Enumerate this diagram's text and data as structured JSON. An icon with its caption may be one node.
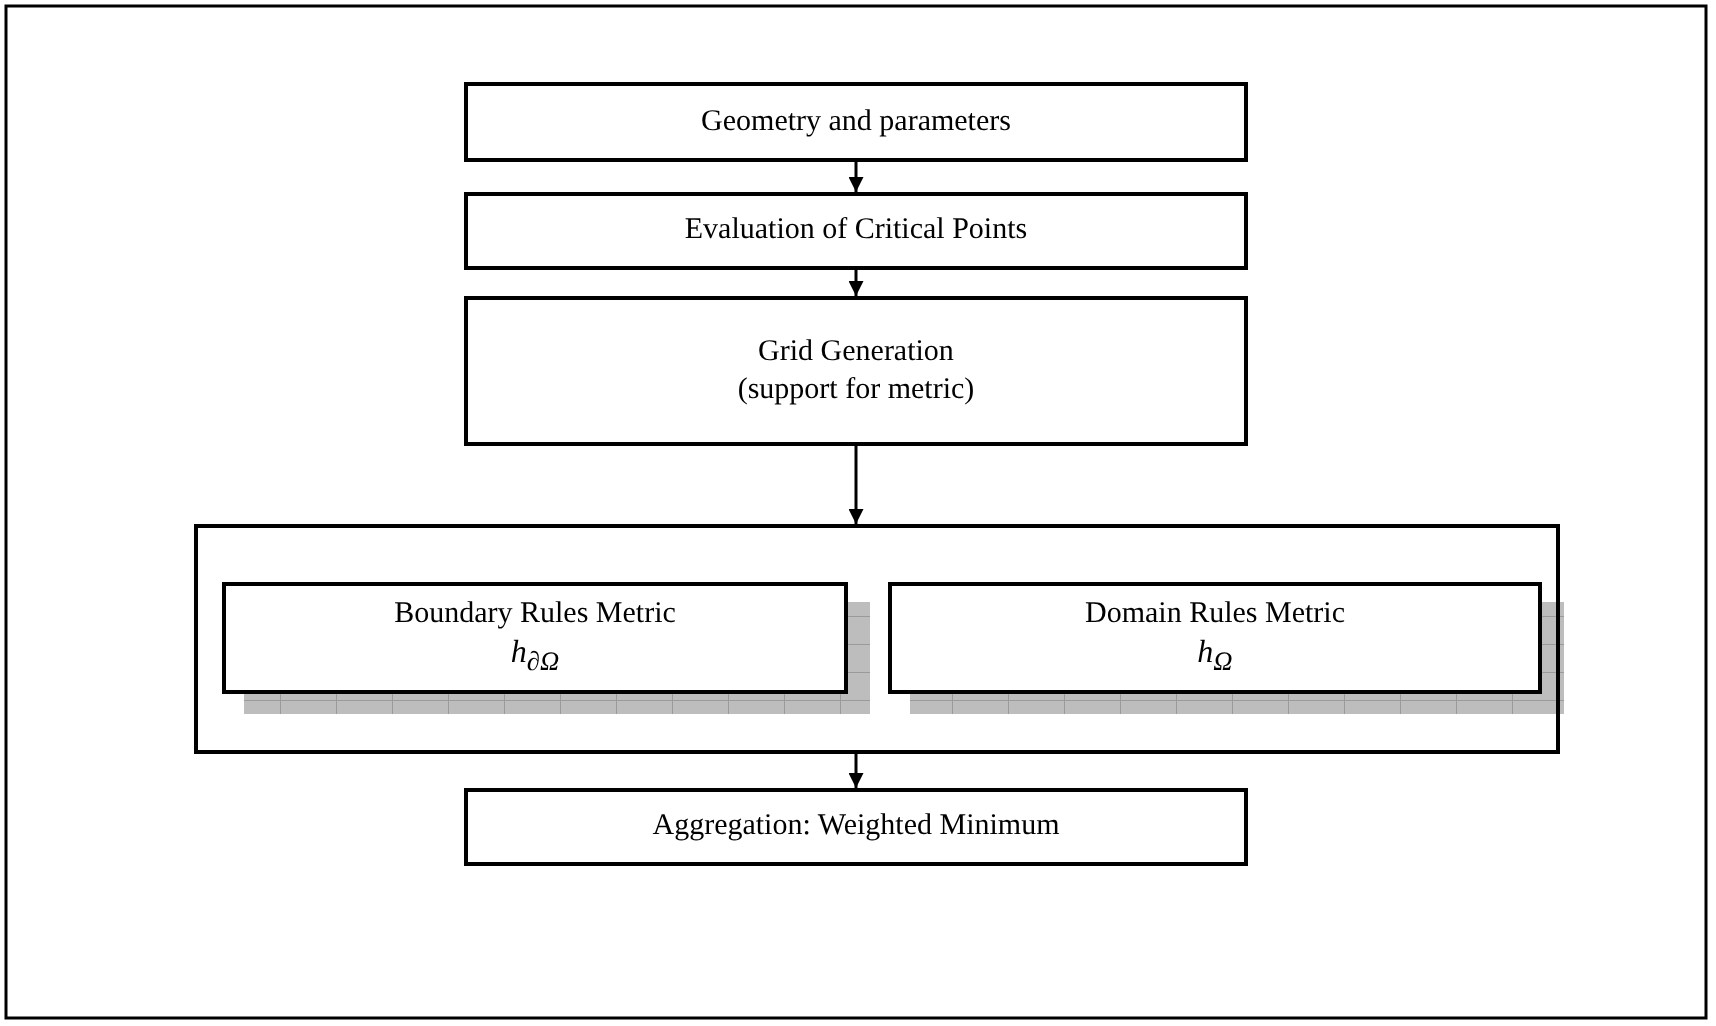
{
  "diagram": {
    "nodes": [
      {
        "text": [
          "Geometry and parameters"
        ]
      },
      {
        "text": [
          "Evaluation of Critical Points"
        ]
      },
      {
        "text": [
          "Grid Generation",
          "(support for metric)"
        ]
      },
      {
        "text": [],
        "shape": "box"
      },
      {
        "text": [
          "Boundary Rules Metric",
          "h$_{∂Ω}$"
        ],
        "in": 3
      },
      {
        "text": [
          "Domain Rules Metric",
          "h$_{Ω}$"
        ],
        "in": 3
      },
      {
        "text": [
          "Aggregation: Weighted Minimum"
        ]
      }
    ],
    "edges": [
      {
        "from": 0,
        "to": 1,
        "arrow": "to"
      },
      {
        "from": 1,
        "to": 2,
        "arrow": "to"
      },
      {
        "from": 2,
        "to": 3,
        "arrow": "to"
      },
      {
        "from": 3,
        "to": 6,
        "arrow": "to"
      }
    ]
  }
}
